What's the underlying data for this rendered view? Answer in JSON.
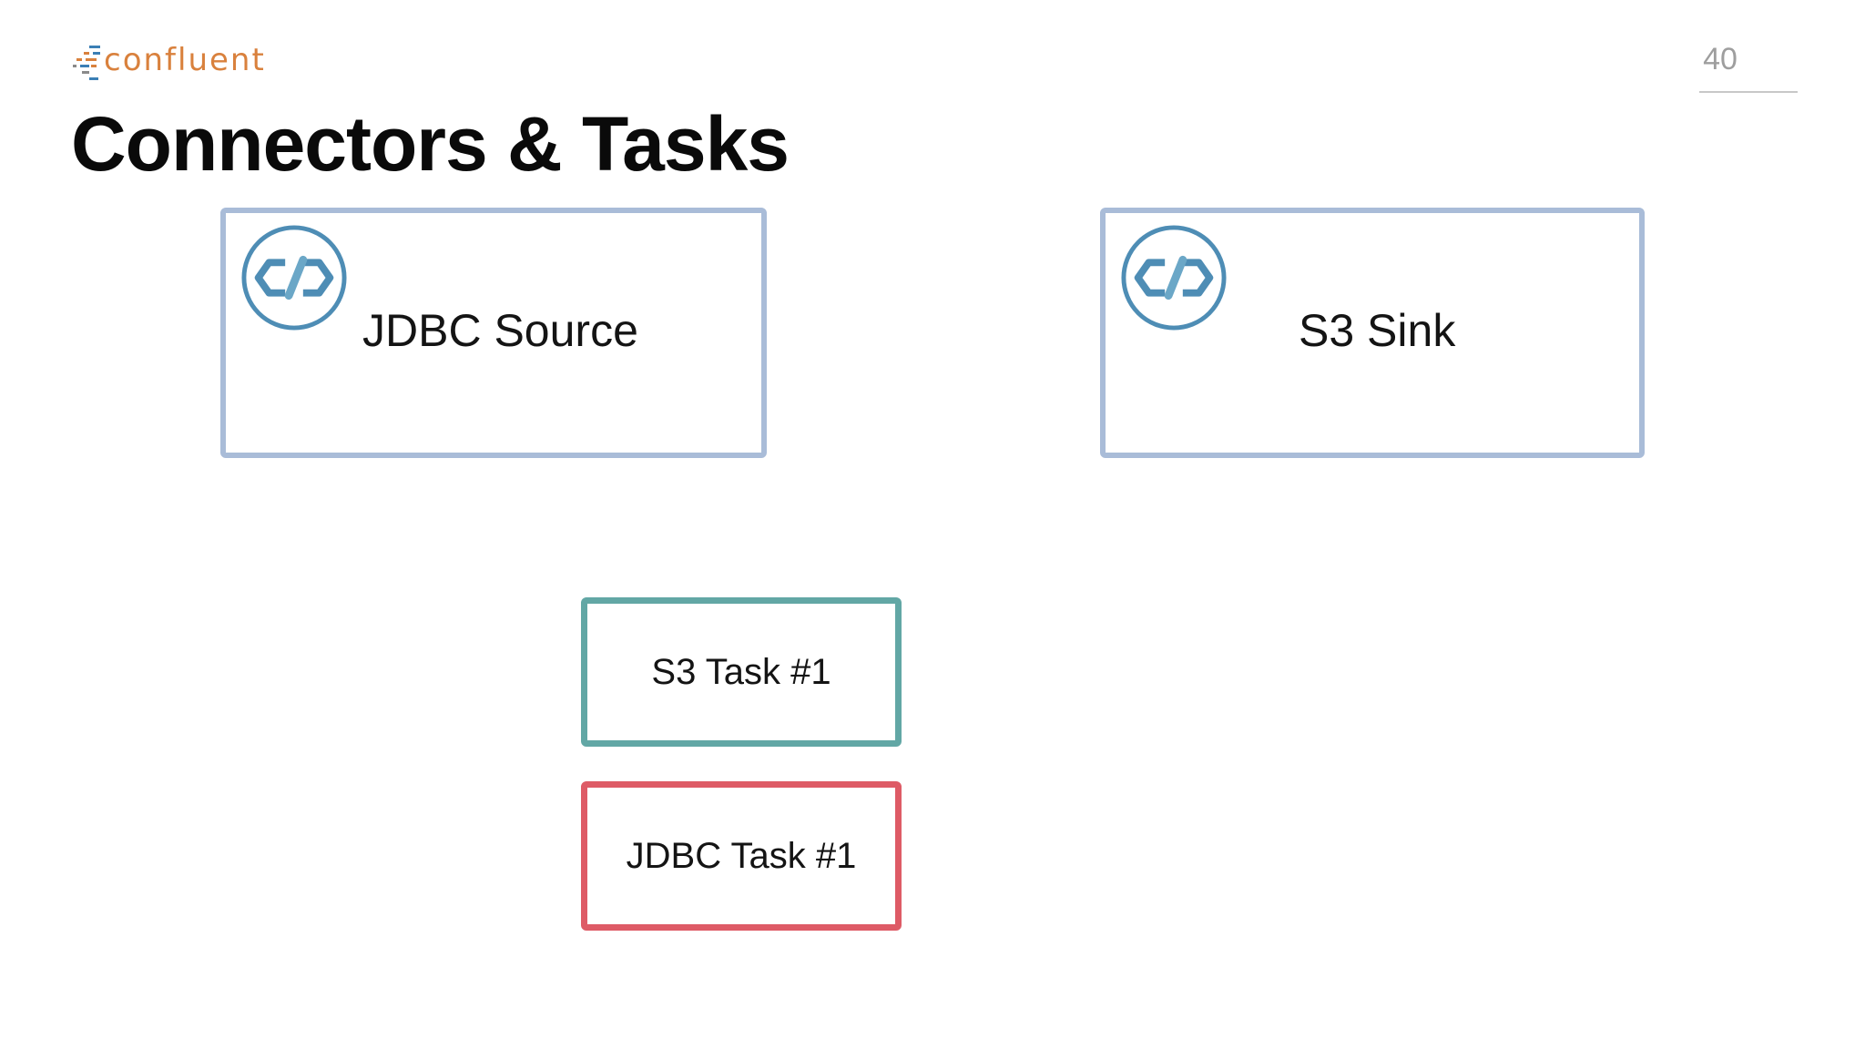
{
  "brand": {
    "logo_text": "confluent",
    "text_color": "#d9813d",
    "mark_colors": [
      "#d9813d",
      "#3b7fb5",
      "#8a8a8a"
    ]
  },
  "page": {
    "number": "40"
  },
  "title": "Connectors & Tasks",
  "connectors": [
    {
      "label": "JDBC Source",
      "icon": "connector-link-icon",
      "border_color": "#a9bcd8"
    },
    {
      "label": "S3 Sink",
      "icon": "connector-link-icon",
      "border_color": "#a9bcd8"
    }
  ],
  "tasks": [
    {
      "label": "S3 Task #1",
      "border_color": "#62a7a5"
    },
    {
      "label": "JDBC Task #1",
      "border_color": "#de5b66"
    }
  ]
}
